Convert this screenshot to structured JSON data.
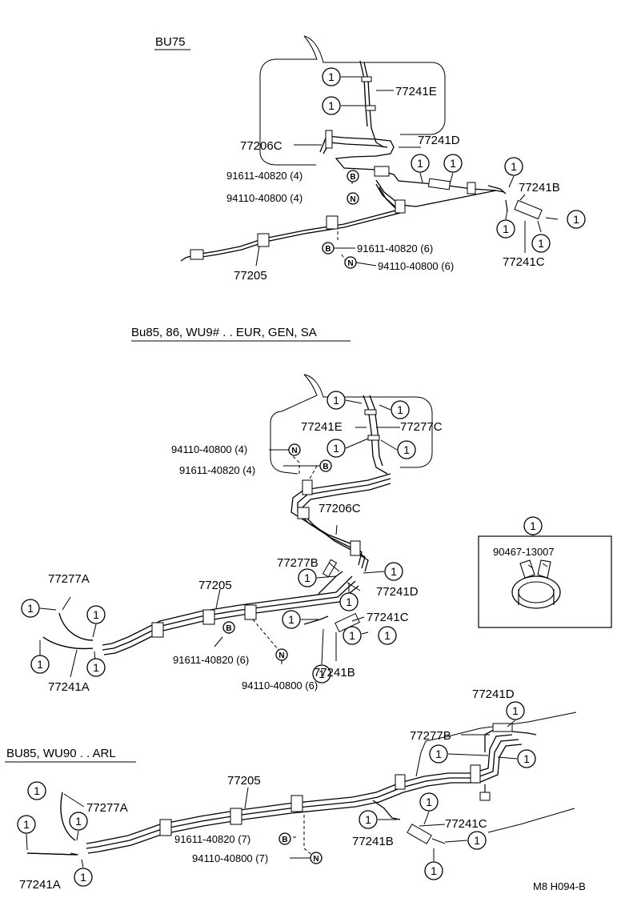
{
  "sections": {
    "s1": {
      "title": "BU75",
      "labels": {
        "p77241E": "77241E",
        "p77206C": "77206C",
        "p77241D": "77241D",
        "p77241B": "77241B",
        "p77241C": "77241C",
        "p77205": "77205",
        "bolt4": "91611-40820 (4)",
        "nut4": "94110-40800 (4)",
        "bolt6": "91611-40820 (6)",
        "nut6": "94110-40800 (6)"
      }
    },
    "s2": {
      "title": "Bu85, 86, WU9# . . EUR, GEN, SA",
      "labels": {
        "nut4": "94110-40800 (4)",
        "bolt4": "91611-40820 (4)",
        "p77241E": "77241E",
        "p77277C": "77277C",
        "p77206C": "77206C",
        "p77277B": "77277B",
        "p77241D": "77241D",
        "p77277A": "77277A",
        "p77205": "77205",
        "p77241C": "77241C",
        "p77241B": "77241B",
        "p77241A": "77241A",
        "bolt6": "91611-40820 (6)",
        "nut6": "94110-40800 (6)"
      },
      "inset": {
        "ref": "1",
        "part": "90467-13007"
      }
    },
    "s3": {
      "title": "BU85, WU90 . . ARL",
      "labels": {
        "p77241D": "77241D",
        "p77277B": "77277B",
        "p77205": "77205",
        "p77277A": "77277A",
        "p77241C": "77241C",
        "p77241B": "77241B",
        "p77241A": "77241A",
        "bolt7": "91611-40820 (7)",
        "nut7": "94110-40800 (7)"
      }
    }
  },
  "markers": {
    "clip": "1",
    "bolt": "B",
    "nut": "N"
  },
  "footer": {
    "code": "M8 H094-B"
  }
}
